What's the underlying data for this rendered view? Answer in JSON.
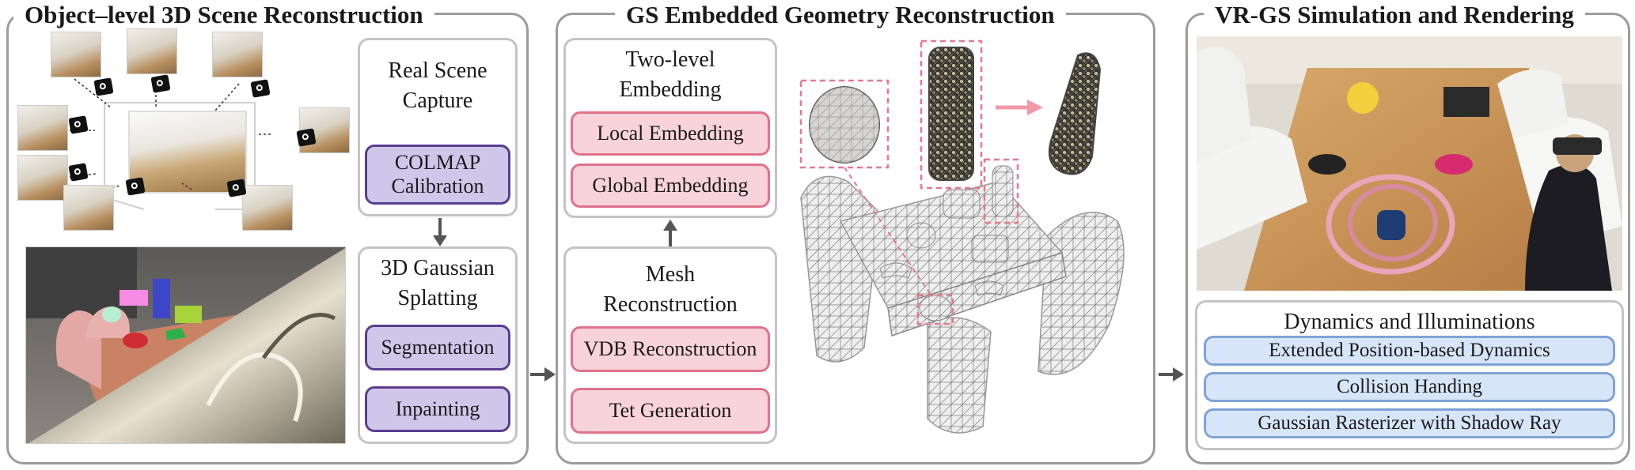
{
  "panels": {
    "left": {
      "title": "Object–level 3D Scene Reconstruction",
      "capture_box": {
        "title": "Real Scene Capture",
        "chip": "COLMAP Calibration"
      },
      "gaussian_box": {
        "title": "3D Gaussian Splatting",
        "chips": [
          "Segmentation",
          "Inpainting"
        ]
      }
    },
    "middle": {
      "title": "GS Embedded Geometry Reconstruction",
      "embedding_box": {
        "title": "Two-level Embedding",
        "chips": [
          "Local Embedding",
          "Global Embedding"
        ]
      },
      "mesh_box": {
        "title": "Mesh Reconstruction",
        "chips": [
          "VDB Reconstruction",
          "Tet Generation"
        ]
      }
    },
    "right": {
      "title": "VR-GS Simulation and Rendering",
      "dynamics_box": {
        "title": "Dynamics and Illuminations",
        "chips": [
          "Extended Position-based Dynamics",
          "Collision Handing",
          "Gaussian Rasterizer with Shadow Ray"
        ]
      }
    }
  },
  "colors": {
    "panel_border": "#9c9c9c",
    "box_border": "#c4c4c4",
    "purple_fill": "#cfc7ea",
    "purple_border": "#5c3d8f",
    "pink_fill": "#f9d3da",
    "pink_border": "#e0728a",
    "blue_fill": "#d6e5f8",
    "blue_border": "#7fa3d6",
    "arrow": "#555555",
    "highlight": "#e67890"
  },
  "icons": [
    "camera-icon",
    "arrow-right-icon",
    "arrow-down-icon",
    "arrow-up-icon"
  ]
}
